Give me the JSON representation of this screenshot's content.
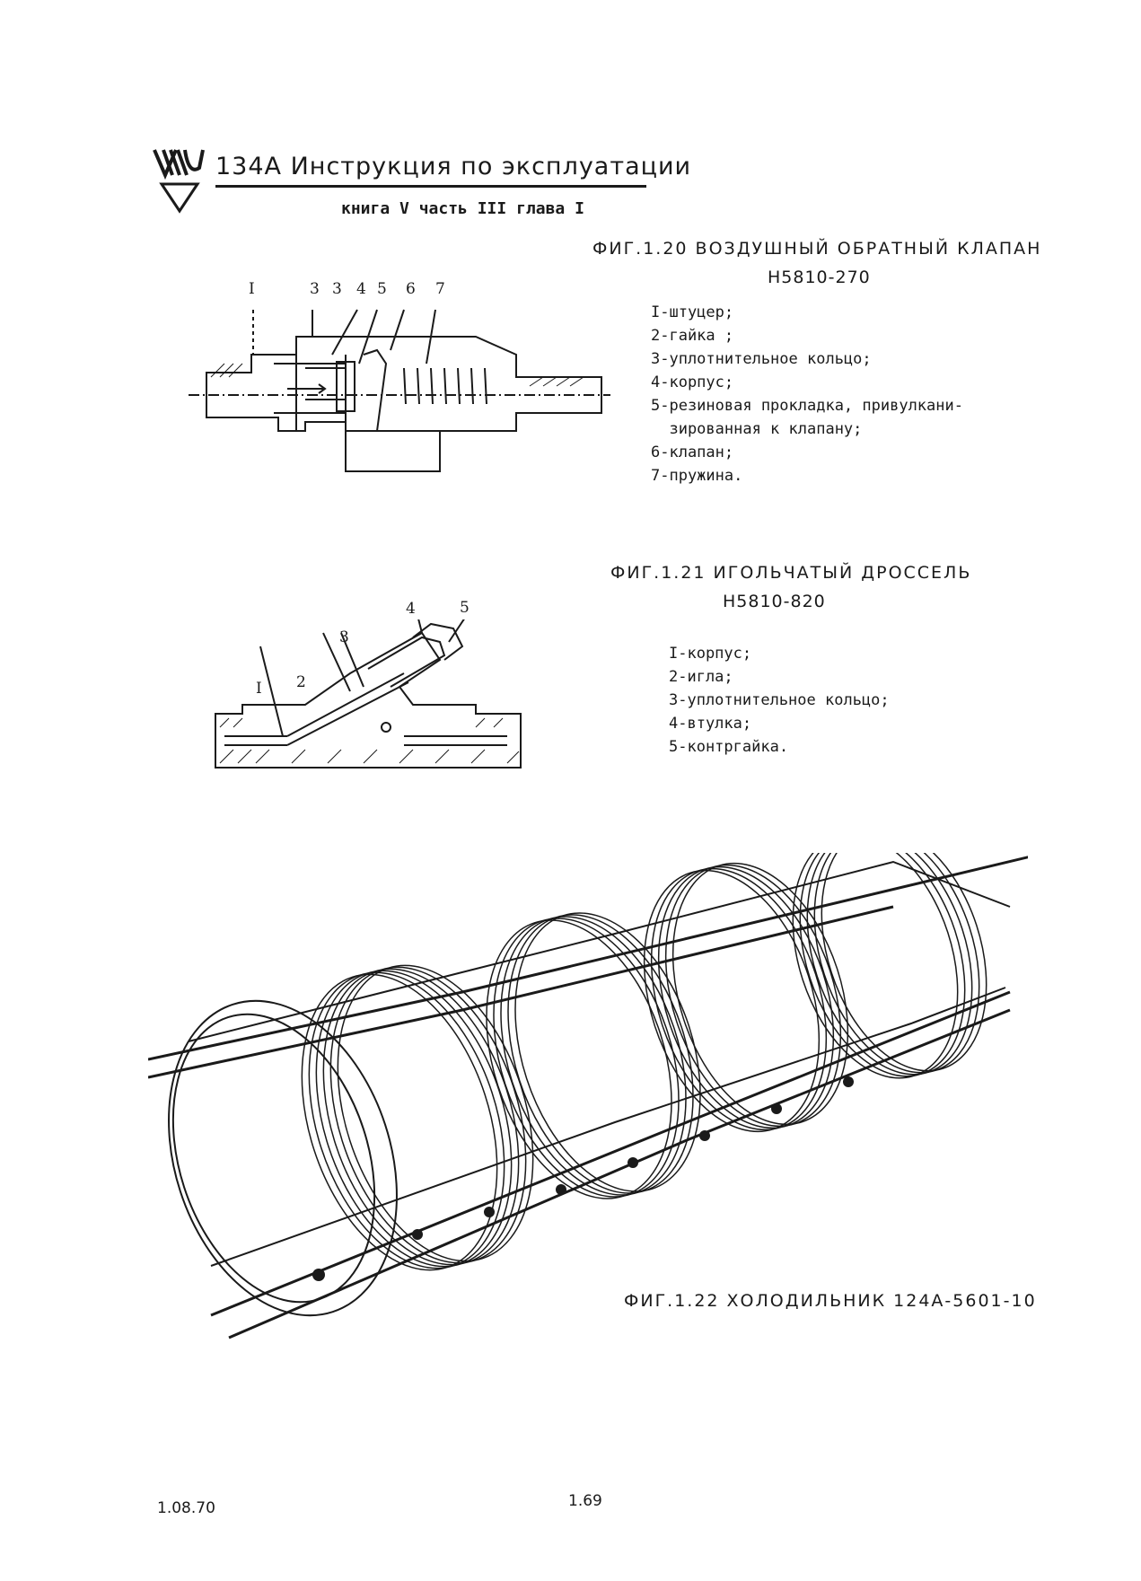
{
  "header": {
    "logo": "tupolev-logo",
    "title": "134А Инструкция по эксплуатации",
    "subtitle": "книга V часть III глава I"
  },
  "figures": [
    {
      "caption": "ФИГ.1.20 ВОЗДУШНЫЙ ОБРАТНЫЙ КЛАПАН",
      "part_number": "Н5810-270",
      "callouts": [
        "I",
        "3",
        "3",
        "4",
        "5",
        "6",
        "7"
      ],
      "legend": [
        "I-штуцер;",
        "2-гайка ;",
        "3-уплотнительное кольцо;",
        "4-корпус;",
        "5-резиновая прокладка, привулкани-",
        "  зированная к клапану;",
        "6-клапан;",
        "7-пружина."
      ]
    },
    {
      "caption": "ФИГ.1.21 ИГОЛЬЧАТЫЙ ДРОССЕЛЬ",
      "part_number": "Н5810-820",
      "callouts": [
        "I",
        "2",
        "3",
        "4",
        "5"
      ],
      "legend": [
        "I-корпус;",
        "2-игла;",
        "3-уплотнительное кольцо;",
        "4-втулка;",
        "5-контргайка."
      ]
    },
    {
      "caption": "ФИГ.1.22 ХОЛОДИЛЬНИК 124А-5601-10"
    }
  ],
  "footer": {
    "date": "1.08.70",
    "page_number": "1.69"
  }
}
